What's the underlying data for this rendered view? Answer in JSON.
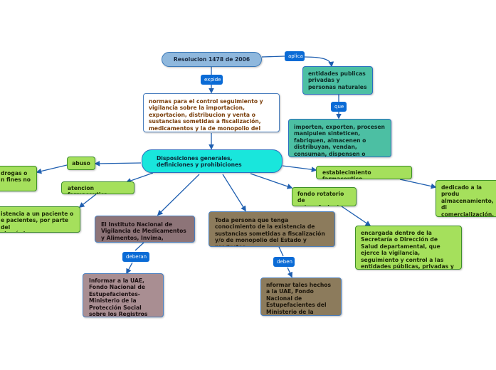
{
  "colors": {
    "connector": "#1f5fb0",
    "link_label_bg": "#0a6bd6",
    "root_fill": "#8fb8dd",
    "central_fill": "#19e6dc",
    "entity_fill": "#4cbfa3",
    "green_fill": "#a5e05c",
    "mauve_fill": "#8d7478",
    "brown_fill": "#8c7b5c"
  },
  "nodes": {
    "root": "Resolucion 1478 de 2006",
    "normas": "normas para el control seguimiento y vigilancia sobre la importacion, exportacion, distribucion y venta o sustancias sometidas a fiscalización, medicamentos y la de monopolio del estado",
    "entidades": "entidades publicas privadas y personas naturales",
    "importen": "importen, exporten, procesen manipulen sinteticen, fabriquen, almacenen o distribuyan, vendan, consuman, dispensen o efectúen compra",
    "disposiciones": "Disposiciones generales, definiciones y prohibiciones",
    "abuso": "abuso",
    "drogas": "drogas o\nn fines no",
    "atencion": "atencion farmaceutica",
    "asistencia": "istencia a un paciente o\ne pacientes, por parte del\nal químico farmacéutico,",
    "establecimiento": "establecimiento farmaceutico",
    "dedicado": "dedicado a la produ\nalmacenamiento, di\ncomercialización, di\ncontrol o aseguram\ncalidad de los medi",
    "fondo": "fondo rotatorio de estupefacientes",
    "encargada": "encargada dentro de la Secretaría o Dirección de Salud departamental, que ejerce la vigilancia, seguimiento y control a las entidades públicas, privadas y personas naturales",
    "invima": "El Instituto Nacional de Vigilancia de Medicamentos y Alimentos, Invima,",
    "informar_uae": "Informar a la UAE, Fondo Nacional de Estupefacientes-Ministerio de la Protección Social sobre los Registros Sanitarios",
    "toda_persona": "Toda persona que tenga conocimiento de la existencia de sustancias sometidas a fiscalización y/o de monopolio del Estado y productos",
    "informar_tales": "nformar tales hechos a la UAE, Fondo Nacional de Estupefacientes del Ministerio de la Protección Socia"
  },
  "link_labels": {
    "aplica": "aplica",
    "expide": "expide",
    "que": "que",
    "deberan": "deberan",
    "deben": "deben"
  }
}
